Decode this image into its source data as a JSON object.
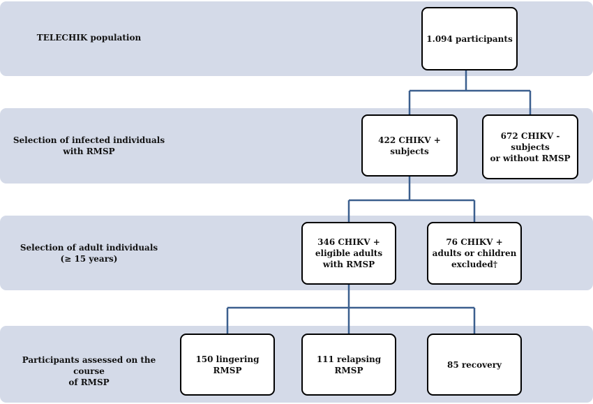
{
  "rows": [
    {
      "label": "TELECHIK population"
    },
    {
      "label": "Selection of infected individuals\nwith RMSP"
    },
    {
      "label": "Selection of adult individuals\n(≥ 15 years)"
    },
    {
      "label": "Participants assessed on the course\nof RMSP"
    }
  ],
  "nodes": {
    "participants": "1.094 participants",
    "chikv_pos": "422  CHIKV +\nsubjects",
    "chikv_neg": "672  CHIKV -\nsubjects\nor without RMSP",
    "eligible": "346 CHIKV +\neligible adults\nwith RMSP",
    "excluded": "76 CHIKV +\nadults or children\nexcluded†",
    "lingering": "150 lingering RMSP",
    "relapsing": "111 relapsing RMSP",
    "recovery": "85 recovery"
  }
}
